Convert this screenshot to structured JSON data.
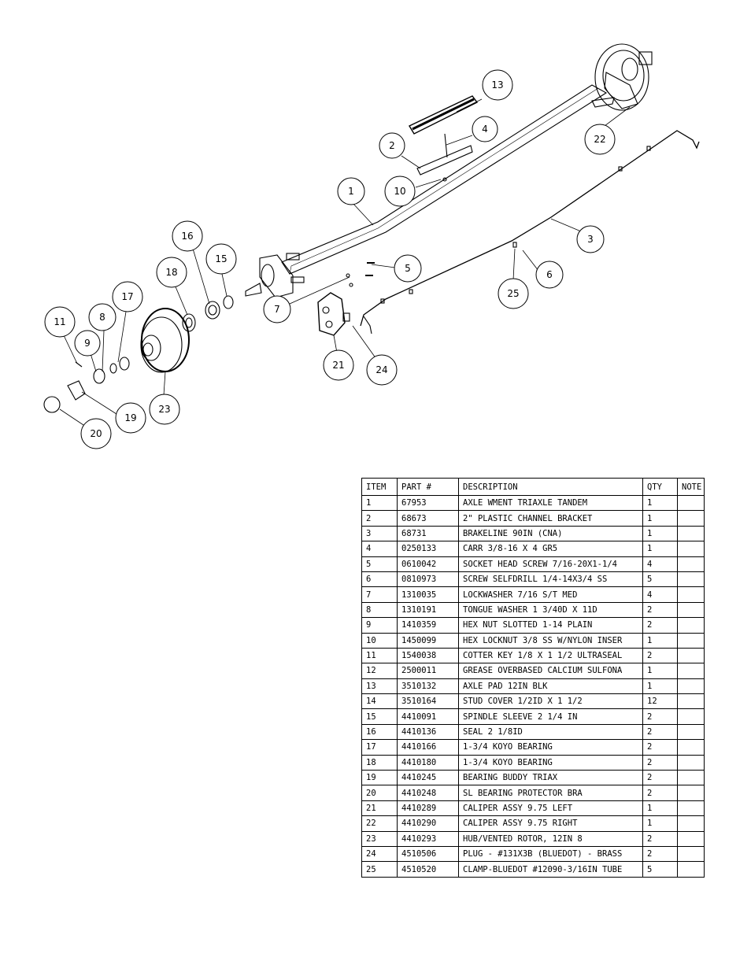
{
  "callouts": [
    {
      "id": "1",
      "label": "1"
    },
    {
      "id": "2",
      "label": "2"
    },
    {
      "id": "3",
      "label": "3"
    },
    {
      "id": "4",
      "label": "4"
    },
    {
      "id": "5",
      "label": "5"
    },
    {
      "id": "6",
      "label": "6"
    },
    {
      "id": "7",
      "label": "7"
    },
    {
      "id": "8",
      "label": "8"
    },
    {
      "id": "9",
      "label": "9"
    },
    {
      "id": "10",
      "label": "10"
    },
    {
      "id": "11",
      "label": "11"
    },
    {
      "id": "13",
      "label": "13"
    },
    {
      "id": "15",
      "label": "15"
    },
    {
      "id": "16",
      "label": "16"
    },
    {
      "id": "17",
      "label": "17"
    },
    {
      "id": "18",
      "label": "18"
    },
    {
      "id": "19",
      "label": "19"
    },
    {
      "id": "20",
      "label": "20"
    },
    {
      "id": "21",
      "label": "21"
    },
    {
      "id": "22",
      "label": "22"
    },
    {
      "id": "23",
      "label": "23"
    },
    {
      "id": "24",
      "label": "24"
    },
    {
      "id": "25",
      "label": "25"
    }
  ],
  "bom": {
    "headers": [
      "ITEM",
      "PART #",
      "DESCRIPTION",
      "QTY",
      "NOTE"
    ],
    "rows": [
      [
        "1",
        "67953",
        "AXLE WMENT   TRIAXLE TANDEM",
        "1",
        ""
      ],
      [
        "2",
        "68673",
        "2\" PLASTIC CHANNEL BRACKET",
        "1",
        ""
      ],
      [
        "3",
        "68731",
        "BRAKELINE 90IN (CNA)",
        "1",
        ""
      ],
      [
        "4",
        "0250133",
        "CARR 3/8-16 X 4 GR5",
        "1",
        ""
      ],
      [
        "5",
        "0610042",
        "SOCKET HEAD SCREW 7/16-20X1-1/4",
        "4",
        ""
      ],
      [
        "6",
        "0810973",
        "SCREW SELFDRILL  1/4-14X3/4 SS",
        "5",
        ""
      ],
      [
        "7",
        "1310035",
        "LOCKWASHER 7/16 S/T MED",
        "4",
        ""
      ],
      [
        "8",
        "1310191",
        "TONGUE WASHER 1 3/40D X 11D",
        "2",
        ""
      ],
      [
        "9",
        "1410359",
        "HEX NUT SLOTTED 1-14 PLAIN",
        "2",
        ""
      ],
      [
        "10",
        "1450099",
        "HEX LOCKNUT 3/8 SS W/NYLON INSER",
        "1",
        ""
      ],
      [
        "11",
        "1540038",
        "COTTER KEY 1/8 X 1 1/2 ULTRASEAL",
        "2",
        ""
      ],
      [
        "12",
        "2500011",
        "GREASE OVERBASED CALCIUM SULFONA",
        "1",
        ""
      ],
      [
        "13",
        "3510132",
        "AXLE PAD 12IN  BLK",
        "1",
        ""
      ],
      [
        "14",
        "3510164",
        "STUD COVER 1/2ID X 1 1/2",
        "12",
        ""
      ],
      [
        "15",
        "4410091",
        "SPINDLE SLEEVE 2 1/4 IN",
        "2",
        ""
      ],
      [
        "16",
        "4410136",
        "SEAL  2 1/8ID",
        "2",
        ""
      ],
      [
        "17",
        "4410166",
        "1-3/4 KOYO BEARING",
        "2",
        ""
      ],
      [
        "18",
        "4410180",
        "1-3/4 KOYO BEARING",
        "2",
        ""
      ],
      [
        "19",
        "4410245",
        "BEARING BUDDY TRIAX",
        "2",
        ""
      ],
      [
        "20",
        "4410248",
        "SL BEARING PROTECTOR BRA",
        "2",
        ""
      ],
      [
        "21",
        "4410289",
        "CALIPER ASSY 9.75 LEFT",
        "1",
        ""
      ],
      [
        "22",
        "4410290",
        "CALIPER ASSY 9.75 RIGHT",
        "1",
        ""
      ],
      [
        "23",
        "4410293",
        "HUB/VENTED ROTOR,  12IN  8",
        "2",
        ""
      ],
      [
        "24",
        "4510506",
        "PLUG - #131X3B (BLUEDOT) - BRASS",
        "2",
        ""
      ],
      [
        "25",
        "4510520",
        "CLAMP-BLUEDOT #12090-3/16IN TUBE",
        "5",
        ""
      ]
    ]
  }
}
